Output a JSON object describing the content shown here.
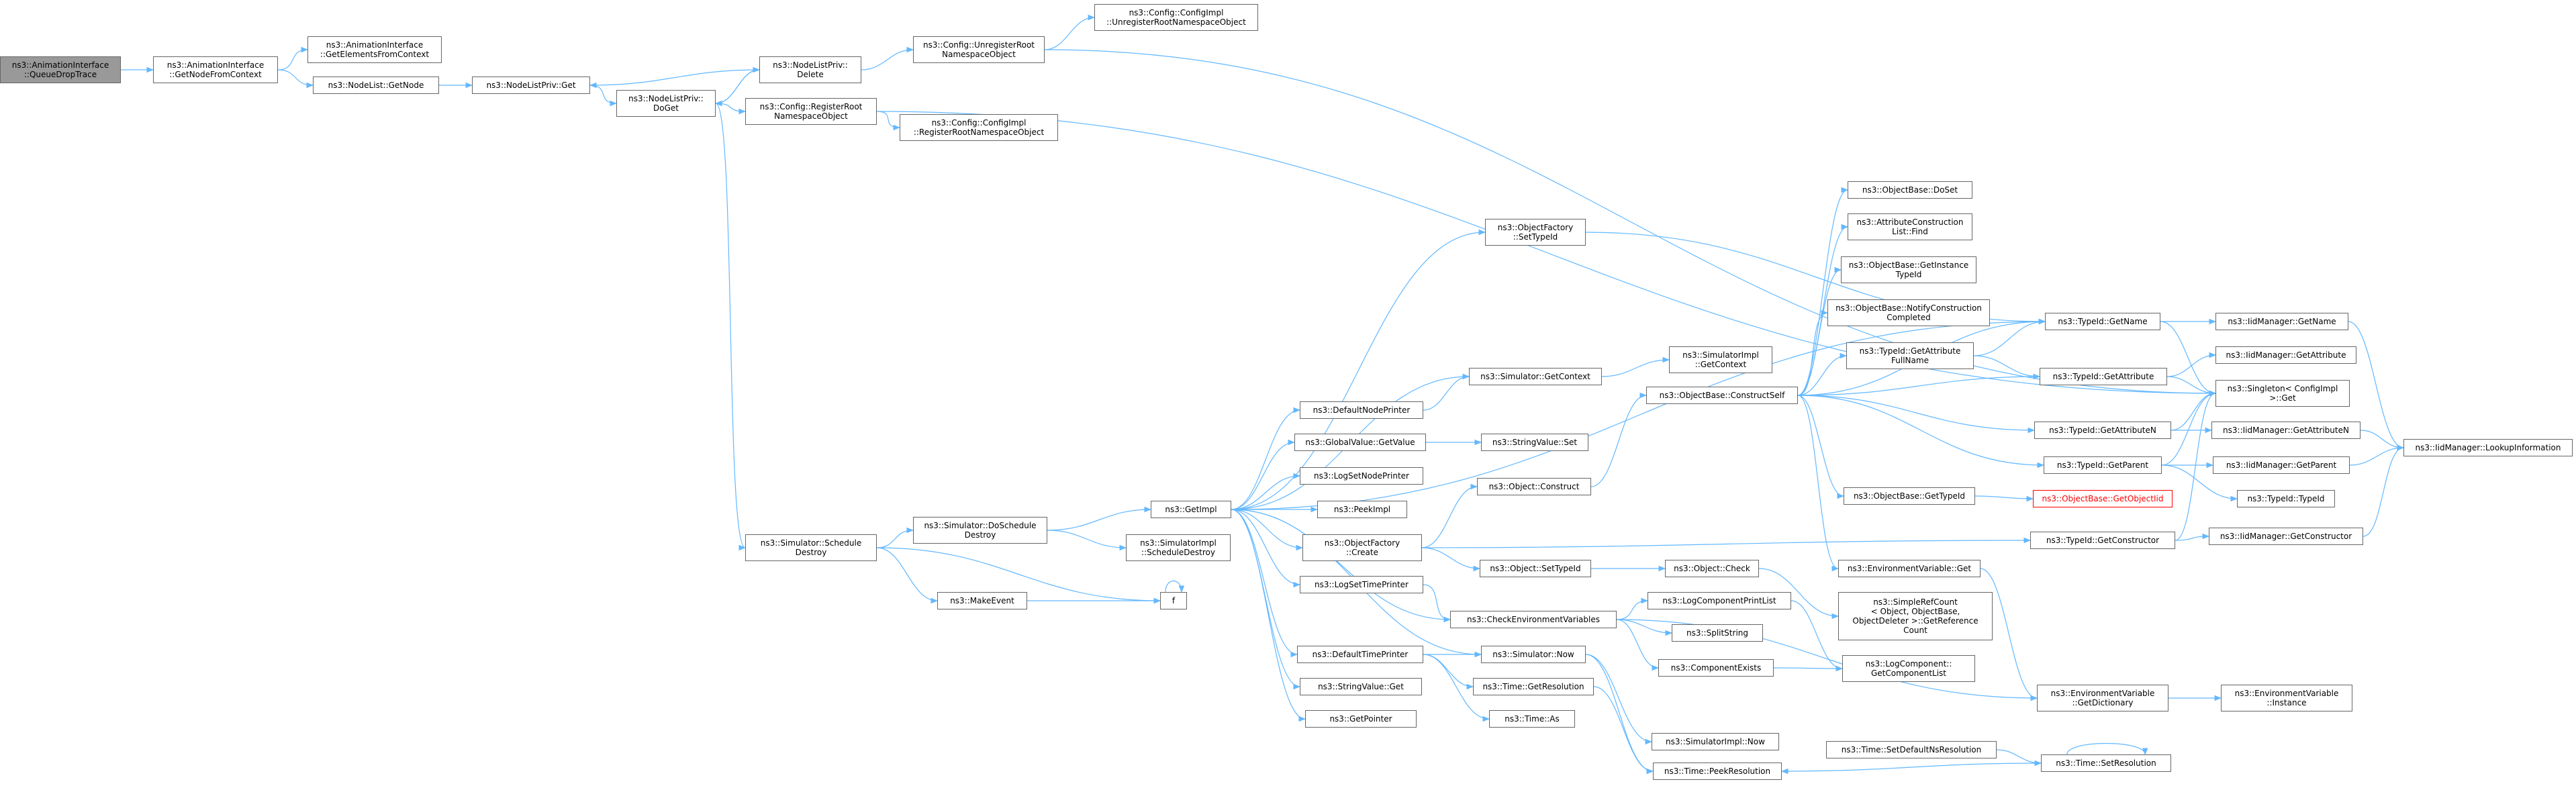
{
  "nodes": [
    {
      "id": "root",
      "lines": [
        "ns3::AnimationInterface",
        "::QueueDropTrace"
      ],
      "root": true
    },
    {
      "id": "getnodefromcontext",
      "lines": [
        "ns3::AnimationInterface",
        "::GetNodeFromContext"
      ]
    },
    {
      "id": "getelementsfromcontext",
      "lines": [
        "ns3::AnimationInterface",
        "::GetElementsFromContext"
      ]
    },
    {
      "id": "nodelist-getnode",
      "lines": [
        "ns3::NodeList::GetNode"
      ]
    },
    {
      "id": "nodelistpriv-get",
      "lines": [
        "ns3::NodeListPriv::Get"
      ]
    },
    {
      "id": "nodelistpriv-delete",
      "lines": [
        "ns3::NodeListPriv::",
        "Delete"
      ]
    },
    {
      "id": "nodelistpriv-doget",
      "lines": [
        "ns3::NodeListPriv::",
        "DoGet"
      ]
    },
    {
      "id": "unregisterroot",
      "lines": [
        "ns3::Config::UnregisterRoot",
        "NamespaceObject"
      ]
    },
    {
      "id": "configimpl-unregister",
      "lines": [
        "ns3::Config::ConfigImpl",
        "::UnregisterRootNamespaceObject"
      ]
    },
    {
      "id": "registerroot",
      "lines": [
        "ns3::Config::RegisterRoot",
        "NamespaceObject"
      ]
    },
    {
      "id": "configimpl-register",
      "lines": [
        "ns3::Config::ConfigImpl",
        "::RegisterRootNamespaceObject"
      ]
    },
    {
      "id": "sim-scheduledestroy",
      "lines": [
        "ns3::Simulator::Schedule",
        "Destroy"
      ]
    },
    {
      "id": "sim-doscheduledestroy",
      "lines": [
        "ns3::Simulator::DoSchedule",
        "Destroy"
      ]
    },
    {
      "id": "makeevent",
      "lines": [
        "ns3::MakeEvent"
      ]
    },
    {
      "id": "f",
      "lines": [
        "f"
      ]
    },
    {
      "id": "simimpl-scheduledestroy",
      "lines": [
        "ns3::SimulatorImpl",
        "::ScheduleDestroy"
      ]
    },
    {
      "id": "getimpl",
      "lines": [
        "ns3::GetImpl"
      ]
    },
    {
      "id": "objfactory-settypeid",
      "lines": [
        "ns3::ObjectFactory",
        "::SetTypeId"
      ]
    },
    {
      "id": "defaultnodeprinter",
      "lines": [
        "ns3::DefaultNodePrinter"
      ]
    },
    {
      "id": "globalvalue-getvalue",
      "lines": [
        "ns3::GlobalValue::GetValue"
      ]
    },
    {
      "id": "logsetnodeprinter",
      "lines": [
        "ns3::LogSetNodePrinter"
      ]
    },
    {
      "id": "peekimpl",
      "lines": [
        "ns3::PeekImpl"
      ]
    },
    {
      "id": "objfactory-create",
      "lines": [
        "ns3::ObjectFactory",
        "::Create"
      ]
    },
    {
      "id": "logsettimeprinter",
      "lines": [
        "ns3::LogSetTimePrinter"
      ]
    },
    {
      "id": "defaulttimeprinter",
      "lines": [
        "ns3::DefaultTimePrinter"
      ]
    },
    {
      "id": "stringvalue-get",
      "lines": [
        "ns3::StringValue::Get"
      ]
    },
    {
      "id": "getpointer",
      "lines": [
        "ns3::GetPointer"
      ]
    },
    {
      "id": "sim-getcontext",
      "lines": [
        "ns3::Simulator::GetContext"
      ]
    },
    {
      "id": "simimpl-getcontext",
      "lines": [
        "ns3::SimulatorImpl",
        "::GetContext"
      ]
    },
    {
      "id": "stringvalue-set",
      "lines": [
        "ns3::StringValue::Set"
      ]
    },
    {
      "id": "object-construct",
      "lines": [
        "ns3::Object::Construct"
      ]
    },
    {
      "id": "object-settypeid",
      "lines": [
        "ns3::Object::SetTypeId"
      ]
    },
    {
      "id": "checkenvvars",
      "lines": [
        "ns3::CheckEnvironmentVariables"
      ]
    },
    {
      "id": "sim-now",
      "lines": [
        "ns3::Simulator::Now"
      ]
    },
    {
      "id": "time-getresolution",
      "lines": [
        "ns3::Time::GetResolution"
      ]
    },
    {
      "id": "time-as",
      "lines": [
        "ns3::Time::As"
      ]
    },
    {
      "id": "simimpl-now",
      "lines": [
        "ns3::SimulatorImpl::Now"
      ]
    },
    {
      "id": "time-peekresolution",
      "lines": [
        "ns3::Time::PeekResolution"
      ]
    },
    {
      "id": "objectbase-constructself",
      "lines": [
        "ns3::ObjectBase::ConstructSelf"
      ]
    },
    {
      "id": "object-check",
      "lines": [
        "ns3::Object::Check"
      ]
    },
    {
      "id": "logcomponentprintlist",
      "lines": [
        "ns3::LogComponentPrintList"
      ]
    },
    {
      "id": "splitstring",
      "lines": [
        "ns3::SplitString"
      ]
    },
    {
      "id": "componentexists",
      "lines": [
        "ns3::ComponentExists"
      ]
    },
    {
      "id": "time-setdefaultnsres",
      "lines": [
        "ns3::Time::SetDefaultNsResolution"
      ]
    },
    {
      "id": "objectbase-doset",
      "lines": [
        "ns3::ObjectBase::DoSet"
      ]
    },
    {
      "id": "attrconstructionlist-find",
      "lines": [
        "ns3::AttributeConstruction",
        "List::Find"
      ]
    },
    {
      "id": "objectbase-getinstancetypeid",
      "lines": [
        "ns3::ObjectBase::GetInstance",
        "TypeId"
      ]
    },
    {
      "id": "objectbase-notifyconstruction",
      "lines": [
        "ns3::ObjectBase::NotifyConstruction",
        "Completed"
      ]
    },
    {
      "id": "typeid-getattributefullname",
      "lines": [
        "ns3::TypeId::GetAttribute",
        "FullName"
      ]
    },
    {
      "id": "objectbase-gettypeid",
      "lines": [
        "ns3::ObjectBase::GetTypeId"
      ]
    },
    {
      "id": "envvar-get",
      "lines": [
        "ns3::EnvironmentVariable::Get"
      ]
    },
    {
      "id": "simplerefcount",
      "lines": [
        "ns3::SimpleRefCount",
        "< Object, ObjectBase,",
        "ObjectDeleter >::GetReference",
        "Count"
      ]
    },
    {
      "id": "logcomponent-getcomponentlist",
      "lines": [
        "ns3::LogComponent::",
        "GetComponentList"
      ]
    },
    {
      "id": "envvar-getdictionary",
      "lines": [
        "ns3::EnvironmentVariable",
        "::GetDictionary"
      ]
    },
    {
      "id": "typeid-getname",
      "lines": [
        "ns3::TypeId::GetName"
      ]
    },
    {
      "id": "typeid-getattribute",
      "lines": [
        "ns3::TypeId::GetAttribute"
      ]
    },
    {
      "id": "typeid-getattributen",
      "lines": [
        "ns3::TypeId::GetAttributeN"
      ]
    },
    {
      "id": "typeid-getparent",
      "lines": [
        "ns3::TypeId::GetParent"
      ]
    },
    {
      "id": "objectbase-getobjectiid",
      "lines": [
        "ns3::ObjectBase::GetObjectIid"
      ],
      "error": true
    },
    {
      "id": "typeid-getconstructor",
      "lines": [
        "ns3::TypeId::GetConstructor"
      ]
    },
    {
      "id": "time-setresolution",
      "lines": [
        "ns3::Time::SetResolution"
      ]
    },
    {
      "id": "iidmanager-getname",
      "lines": [
        "ns3::IidManager::GetName"
      ]
    },
    {
      "id": "iidmanager-getattribute",
      "lines": [
        "ns3::IidManager::GetAttribute"
      ]
    },
    {
      "id": "singleton-get",
      "lines": [
        "ns3::Singleton< ConfigImpl",
        ">::Get"
      ]
    },
    {
      "id": "iidmanager-getattributen",
      "lines": [
        "ns3::IidManager::GetAttributeN"
      ]
    },
    {
      "id": "iidmanager-getparent",
      "lines": [
        "ns3::IidManager::GetParent"
      ]
    },
    {
      "id": "typeid-typeid",
      "lines": [
        "ns3::TypeId::TypeId"
      ]
    },
    {
      "id": "iidmanager-getconstructor",
      "lines": [
        "ns3::IidManager::GetConstructor"
      ]
    },
    {
      "id": "envvar-instance",
      "lines": [
        "ns3::EnvironmentVariable",
        "::Instance"
      ]
    },
    {
      "id": "iidmanager-lookupinformation",
      "lines": [
        "ns3::IidManager::LookupInformation"
      ]
    }
  ],
  "edges": [
    [
      "root",
      "getnodefromcontext"
    ],
    [
      "getnodefromcontext",
      "getelementsfromcontext"
    ],
    [
      "getnodefromcontext",
      "nodelist-getnode"
    ],
    [
      "nodelist-getnode",
      "nodelistpriv-get"
    ],
    [
      "nodelistpriv-get",
      "nodelistpriv-doget"
    ],
    [
      "nodelistpriv-doget",
      "nodelistpriv-delete"
    ],
    [
      "nodelistpriv-doget",
      "registerroot"
    ],
    [
      "nodelistpriv-doget",
      "sim-scheduledestroy"
    ],
    [
      "nodelistpriv-delete",
      "nodelistpriv-get"
    ],
    [
      "nodelistpriv-delete",
      "nodelistpriv-doget"
    ],
    [
      "nodelistpriv-delete",
      "unregisterroot"
    ],
    [
      "unregisterroot",
      "configimpl-unregister"
    ],
    [
      "unregisterroot",
      "singleton-get"
    ],
    [
      "registerroot",
      "configimpl-register"
    ],
    [
      "registerroot",
      "singleton-get"
    ],
    [
      "sim-scheduledestroy",
      "sim-doscheduledestroy"
    ],
    [
      "sim-scheduledestroy",
      "makeevent"
    ],
    [
      "sim-scheduledestroy",
      "f"
    ],
    [
      "makeevent",
      "f"
    ],
    [
      "f",
      "f"
    ],
    [
      "sim-doscheduledestroy",
      "getimpl"
    ],
    [
      "sim-doscheduledestroy",
      "simimpl-scheduledestroy"
    ],
    [
      "getimpl",
      "objfactory-settypeid"
    ],
    [
      "getimpl",
      "defaultnodeprinter"
    ],
    [
      "getimpl",
      "globalvalue-getvalue"
    ],
    [
      "getimpl",
      "logsetnodeprinter"
    ],
    [
      "getimpl",
      "peekimpl"
    ],
    [
      "getimpl",
      "objfactory-create"
    ],
    [
      "getimpl",
      "logsettimeprinter"
    ],
    [
      "getimpl",
      "checkenvvars"
    ],
    [
      "getimpl",
      "defaulttimeprinter"
    ],
    [
      "getimpl",
      "stringvalue-get"
    ],
    [
      "getimpl",
      "getpointer"
    ],
    [
      "getimpl",
      "sim-getcontext"
    ],
    [
      "getimpl",
      "sim-now"
    ],
    [
      "getimpl",
      "typeid-getname"
    ],
    [
      "objfactory-settypeid",
      "typeid-getname"
    ],
    [
      "defaultnodeprinter",
      "sim-getcontext"
    ],
    [
      "sim-getcontext",
      "simimpl-getcontext"
    ],
    [
      "globalvalue-getvalue",
      "stringvalue-set"
    ],
    [
      "objfactory-create",
      "object-construct"
    ],
    [
      "objfactory-create",
      "object-settypeid"
    ],
    [
      "objfactory-create",
      "typeid-getconstructor"
    ],
    [
      "object-construct",
      "objectbase-constructself"
    ],
    [
      "object-settypeid",
      "object-check"
    ],
    [
      "object-check",
      "simplerefcount"
    ],
    [
      "logsettimeprinter",
      "checkenvvars"
    ],
    [
      "checkenvvars",
      "logcomponentprintlist"
    ],
    [
      "checkenvvars",
      "splitstring"
    ],
    [
      "checkenvvars",
      "componentexists"
    ],
    [
      "checkenvvars",
      "envvar-getdictionary"
    ],
    [
      "logcomponentprintlist",
      "logcomponent-getcomponentlist"
    ],
    [
      "componentexists",
      "logcomponent-getcomponentlist"
    ],
    [
      "defaulttimeprinter",
      "sim-now"
    ],
    [
      "defaulttimeprinter",
      "time-getresolution"
    ],
    [
      "defaulttimeprinter",
      "time-as"
    ],
    [
      "sim-now",
      "simimpl-now"
    ],
    [
      "sim-now",
      "time-peekresolution"
    ],
    [
      "time-getresolution",
      "time-peekresolution"
    ],
    [
      "time-setdefaultnsres",
      "time-setresolution"
    ],
    [
      "time-setresolution",
      "time-setresolution"
    ],
    [
      "time-setresolution",
      "time-peekresolution"
    ],
    [
      "objectbase-constructself",
      "objectbase-doset"
    ],
    [
      "objectbase-constructself",
      "attrconstructionlist-find"
    ],
    [
      "objectbase-constructself",
      "objectbase-getinstancetypeid"
    ],
    [
      "objectbase-constructself",
      "objectbase-notifyconstruction"
    ],
    [
      "objectbase-constructself",
      "typeid-getattributefullname"
    ],
    [
      "objectbase-constructself",
      "typeid-getname"
    ],
    [
      "objectbase-constructself",
      "typeid-getattribute"
    ],
    [
      "objectbase-constructself",
      "typeid-getattributen"
    ],
    [
      "objectbase-constructself",
      "typeid-getparent"
    ],
    [
      "objectbase-constructself",
      "objectbase-gettypeid"
    ],
    [
      "objectbase-constructself",
      "envvar-get"
    ],
    [
      "objectbase-gettypeid",
      "objectbase-getobjectiid"
    ],
    [
      "envvar-get",
      "envvar-getdictionary"
    ],
    [
      "envvar-getdictionary",
      "envvar-instance"
    ],
    [
      "typeid-getattributefullname",
      "typeid-getname"
    ],
    [
      "typeid-getattributefullname",
      "typeid-getattribute"
    ],
    [
      "typeid-getname",
      "iidmanager-getname"
    ],
    [
      "typeid-getname",
      "singleton-get"
    ],
    [
      "typeid-getattribute",
      "iidmanager-getattribute"
    ],
    [
      "typeid-getattribute",
      "singleton-get"
    ],
    [
      "typeid-getattributen",
      "iidmanager-getattributen"
    ],
    [
      "typeid-getattributen",
      "singleton-get"
    ],
    [
      "typeid-getparent",
      "iidmanager-getparent"
    ],
    [
      "typeid-getparent",
      "singleton-get"
    ],
    [
      "typeid-getparent",
      "typeid-typeid"
    ],
    [
      "typeid-getconstructor",
      "iidmanager-getconstructor"
    ],
    [
      "typeid-getconstructor",
      "singleton-get"
    ],
    [
      "iidmanager-getname",
      "iidmanager-lookupinformation"
    ],
    [
      "iidmanager-getattributen",
      "iidmanager-lookupinformation"
    ],
    [
      "iidmanager-getparent",
      "iidmanager-lookupinformation"
    ],
    [
      "iidmanager-getconstructor",
      "iidmanager-lookupinformation"
    ]
  ],
  "colors": {
    "edge": "#63b8ff",
    "node_border": "#666666",
    "node_fill": "#ffffff",
    "root_fill": "#999999",
    "error_text": "#ff0000"
  }
}
